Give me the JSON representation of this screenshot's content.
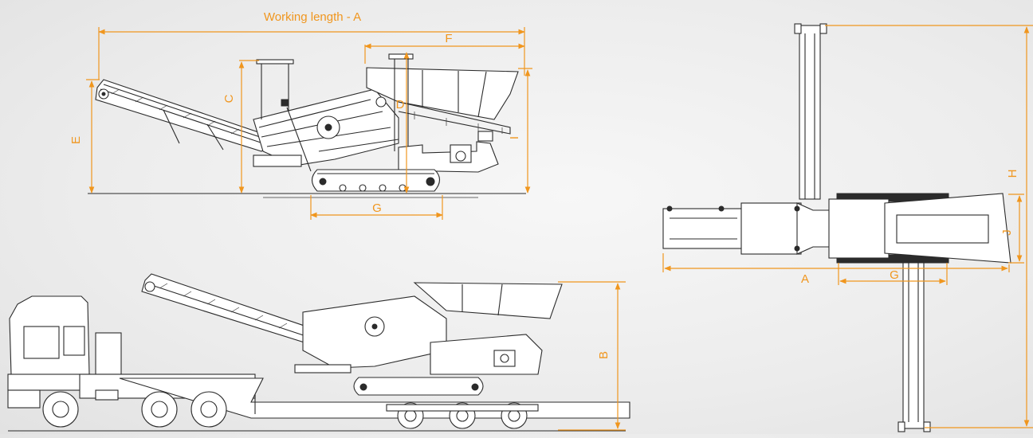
{
  "dimensions": {
    "working_length_a": "Working length - A",
    "a_plan": "A",
    "b": "B",
    "c": "C",
    "d": "D",
    "e": "E",
    "f": "F",
    "g_side": "G",
    "g_plan": "G",
    "h": "H",
    "i": "I",
    "j": "J"
  },
  "colors": {
    "dimension_lines": "#f0961e",
    "drawing_lines": "#2b2b2b",
    "background": "#ececec"
  }
}
